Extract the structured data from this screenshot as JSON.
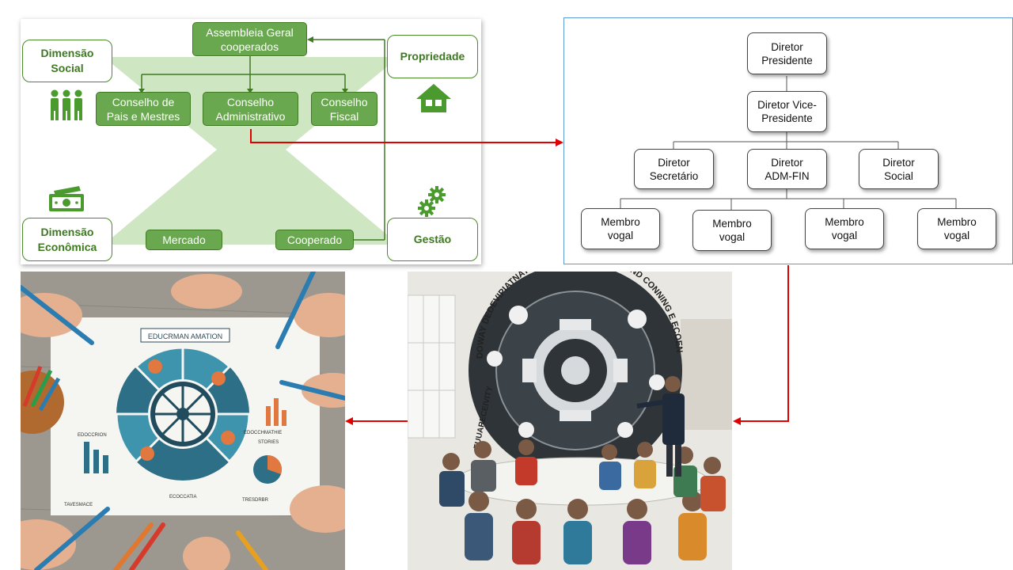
{
  "panel1": {
    "assembleia": "Assembleia Geral\ncooperados",
    "dimensao_social": "Dimensão\nSocial",
    "propriedade": "Propriedade",
    "conselho_pais": "Conselho de\nPais e Mestres",
    "conselho_adm": "Conselho\nAdministrativo",
    "conselho_fiscal": "Conselho\nFiscal",
    "dimensao_economica": "Dimensão\nEconômica",
    "mercado": "Mercado",
    "cooperado": "Cooperado",
    "gestao": "Gestão"
  },
  "orgchart": {
    "presidente": "Diretor\nPresidente",
    "vice": "Diretor Vice-\nPresidente",
    "secretario": "Diretor\nSecretário",
    "admfin": "Diretor\nADM-FIN",
    "social": "Diretor\nSocial",
    "vogal": "Membro\nvogal"
  },
  "image1": {
    "banner": "EDUCRMAN AMATION",
    "labels": [
      "TAVESMACE",
      "ECOCCATIA",
      "TRESDRBR",
      "EDOCCHMATHIE",
      "STORIES",
      "EDOCCRION"
    ]
  },
  "image2": {
    "arc_text": "DOWAY DEDEVIPIATNATONICE AITONIMMSION, AND CONNING E ECOENTO",
    "side_text": "EUUARECEIVITY"
  },
  "colors": {
    "green": "#6aa84f",
    "green_dark": "#3e7a22",
    "light_green": "#cfe6c2",
    "arrow_red": "#e00000",
    "panel_border_blue": "#5b9bd5"
  }
}
